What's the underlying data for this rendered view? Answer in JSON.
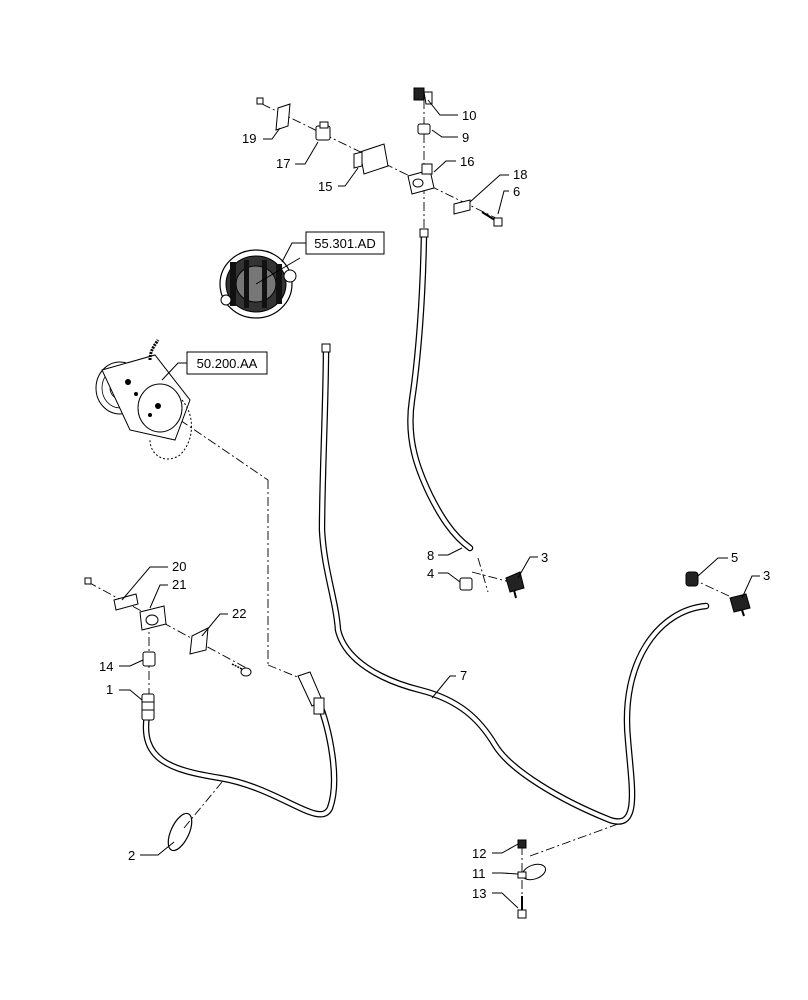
{
  "callouts": [
    {
      "id": "1",
      "label": "1"
    },
    {
      "id": "2",
      "label": "2"
    },
    {
      "id": "3a",
      "label": "3"
    },
    {
      "id": "3b",
      "label": "3"
    },
    {
      "id": "4",
      "label": "4"
    },
    {
      "id": "5",
      "label": "5"
    },
    {
      "id": "6",
      "label": "6"
    },
    {
      "id": "7",
      "label": "7"
    },
    {
      "id": "8",
      "label": "8"
    },
    {
      "id": "9",
      "label": "9"
    },
    {
      "id": "10",
      "label": "10"
    },
    {
      "id": "11",
      "label": "11"
    },
    {
      "id": "12",
      "label": "12"
    },
    {
      "id": "13",
      "label": "13"
    },
    {
      "id": "14",
      "label": "14"
    },
    {
      "id": "15",
      "label": "15"
    },
    {
      "id": "16",
      "label": "16"
    },
    {
      "id": "17",
      "label": "17"
    },
    {
      "id": "18",
      "label": "18"
    },
    {
      "id": "19",
      "label": "19"
    },
    {
      "id": "20",
      "label": "20"
    },
    {
      "id": "21",
      "label": "21"
    },
    {
      "id": "22",
      "label": "22"
    }
  ],
  "references": {
    "alternator": "55.301.AD",
    "compressor": "50.200.AA"
  }
}
